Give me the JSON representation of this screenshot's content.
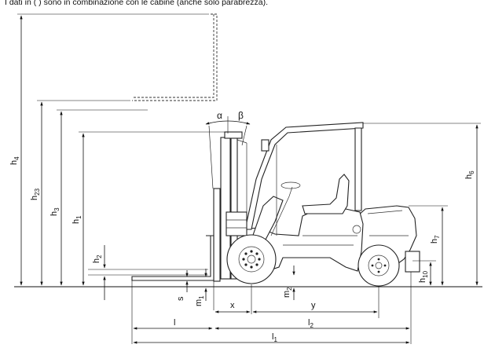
{
  "caption": "I dati in ( ) sono in combinazione con le cabine (anche solo parabrezza).",
  "angles": {
    "alpha": "α",
    "beta": "β"
  },
  "dimensions": {
    "h4": {
      "main": "h",
      "sub": "4"
    },
    "h23": {
      "main": "h",
      "sub": "23"
    },
    "h3": {
      "main": "h",
      "sub": "3"
    },
    "h1": {
      "main": "h",
      "sub": "1"
    },
    "h2": {
      "main": "h",
      "sub": "2"
    },
    "h6": {
      "main": "h",
      "sub": "6"
    },
    "h7": {
      "main": "h",
      "sub": "7"
    },
    "h10": {
      "main": "h",
      "sub": "10"
    },
    "s": {
      "main": "s",
      "sub": ""
    },
    "m1": {
      "main": "m",
      "sub": "1"
    },
    "m2": {
      "main": "m",
      "sub": "2"
    },
    "x": {
      "main": "x",
      "sub": ""
    },
    "y": {
      "main": "y",
      "sub": ""
    },
    "l": {
      "main": "l",
      "sub": ""
    },
    "l2": {
      "main": "l",
      "sub": "2"
    },
    "l1": {
      "main": "l",
      "sub": "1"
    }
  }
}
